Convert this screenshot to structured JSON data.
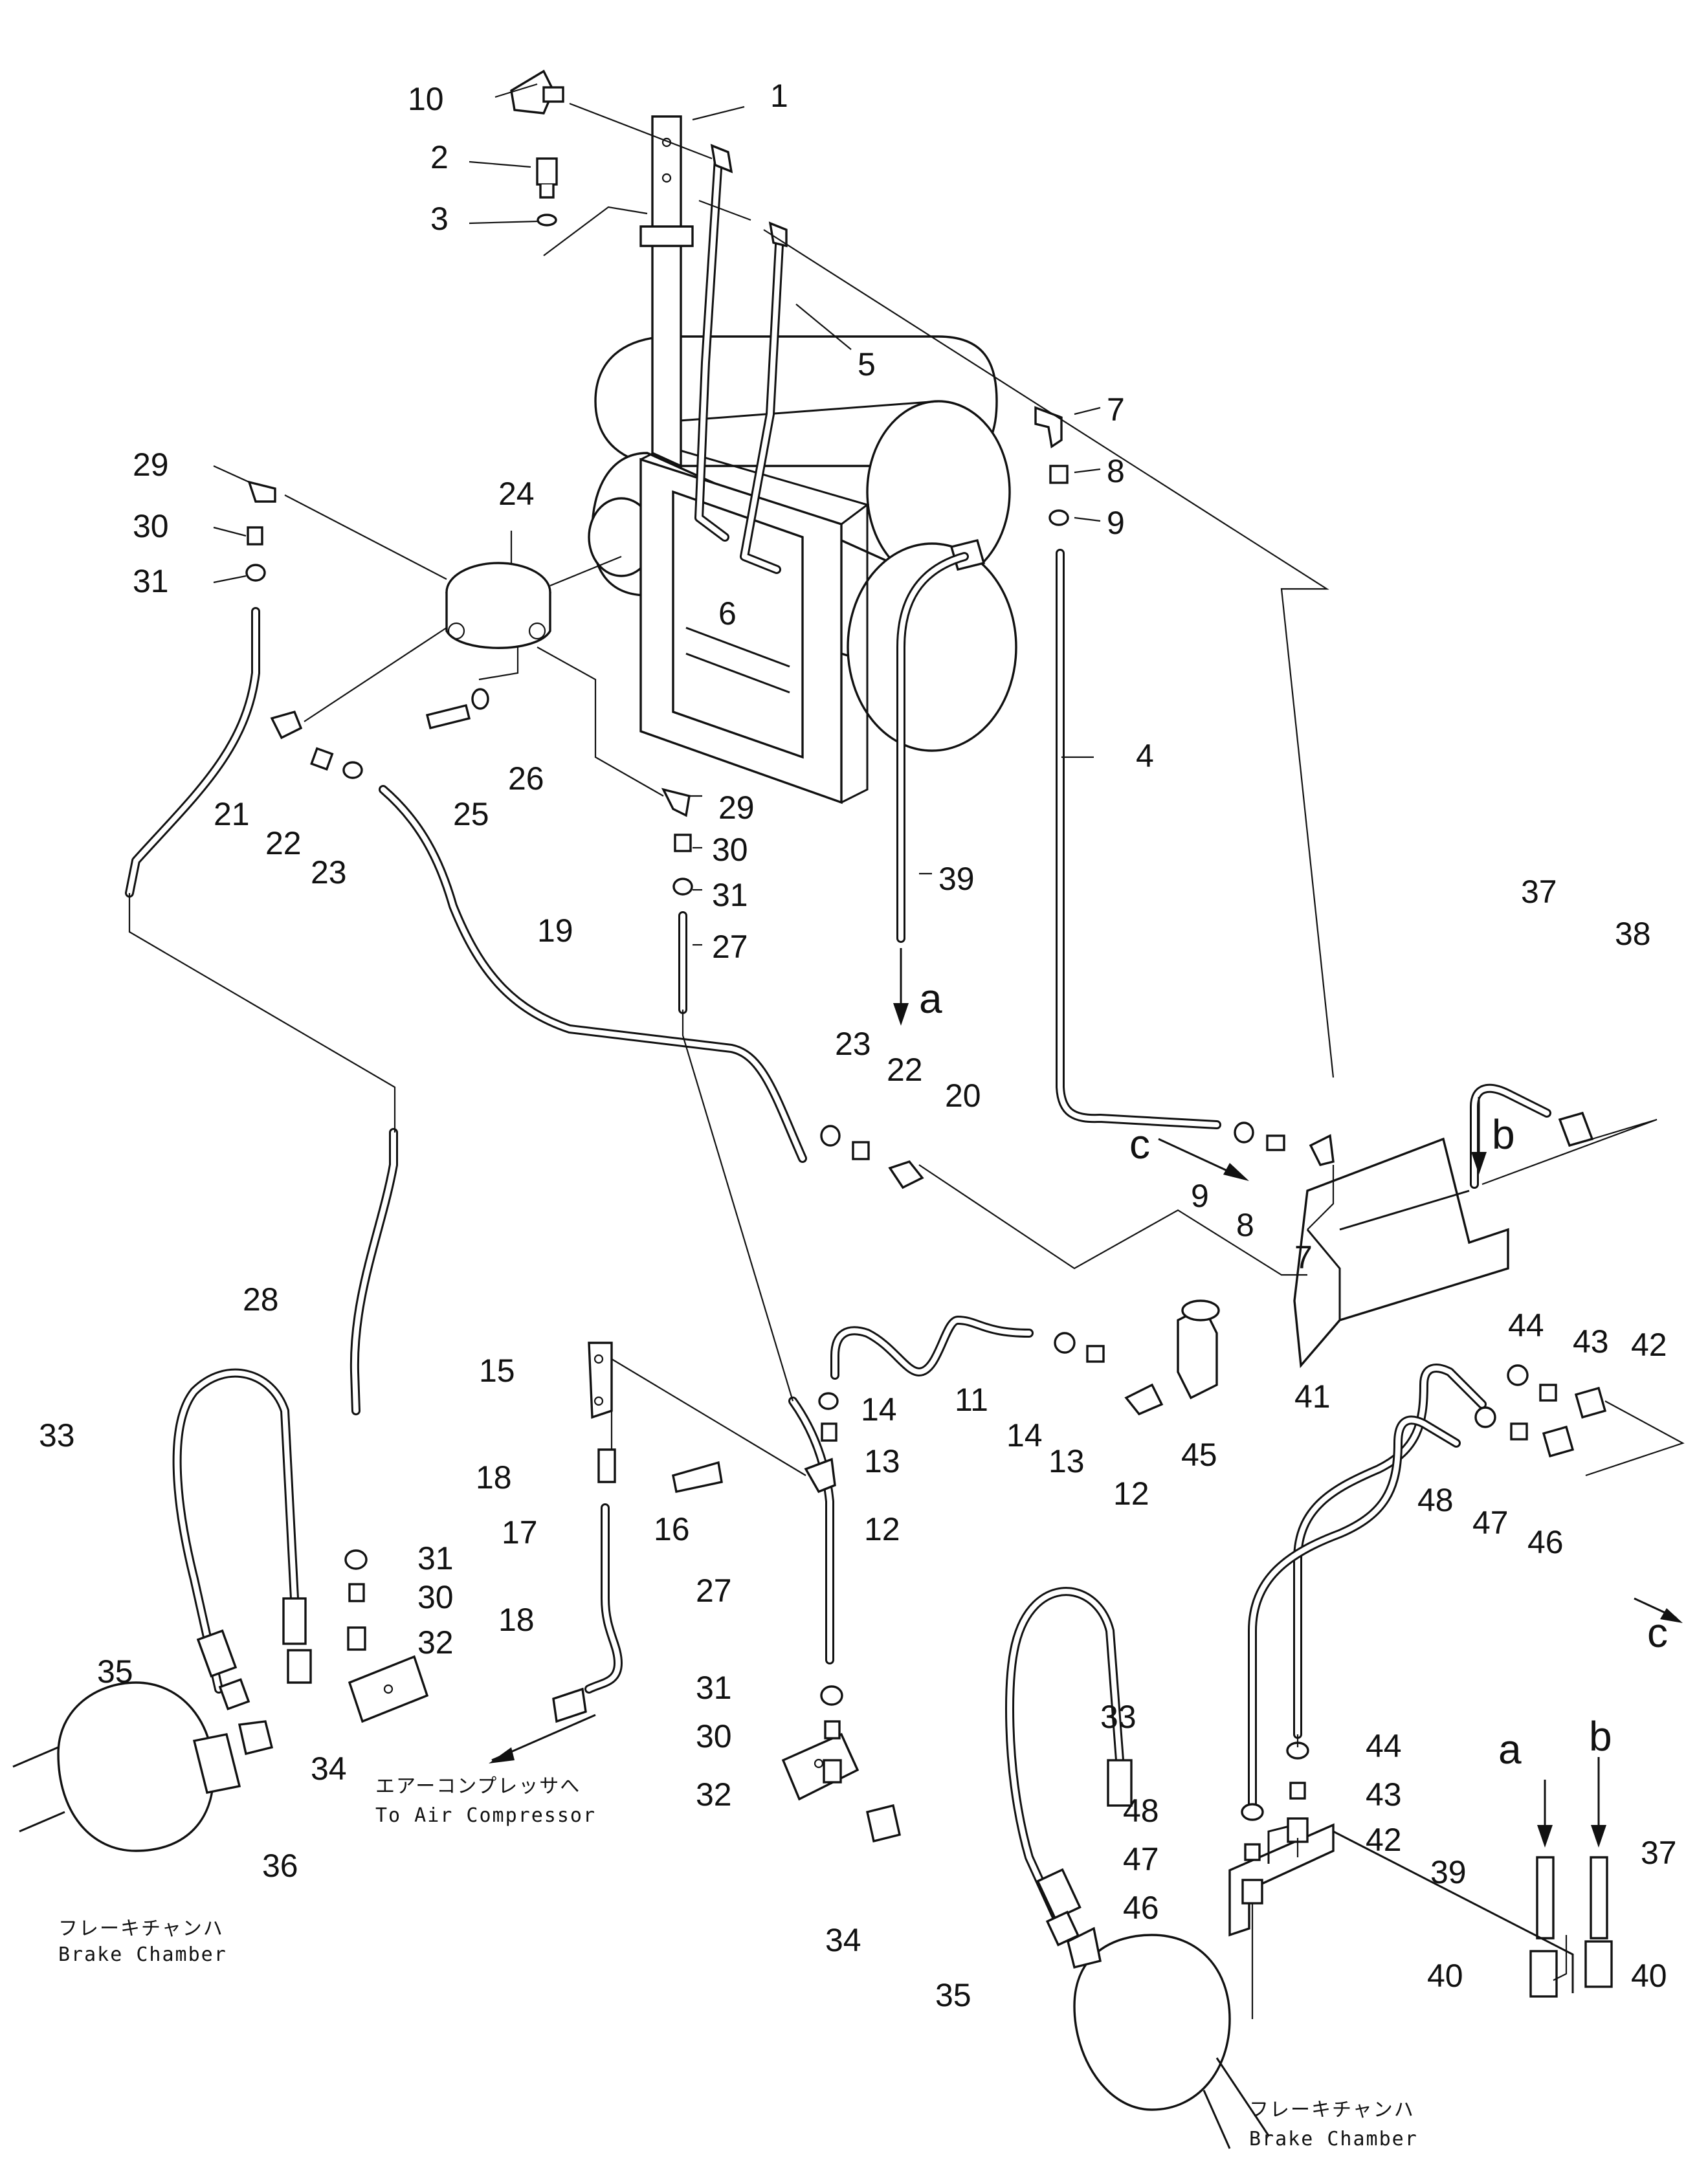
{
  "part_labels": {
    "p1": "1",
    "p2": "2",
    "p3": "3",
    "p4": "4",
    "p5": "5",
    "p6": "6",
    "p7a": "7",
    "p7b": "7",
    "p8a": "8",
    "p8b": "8",
    "p9a": "9",
    "p9b": "9",
    "p10": "10",
    "p11": "11",
    "p12a": "12",
    "p12b": "12",
    "p13a": "13",
    "p13b": "13",
    "p14a": "14",
    "p14b": "14",
    "p15": "15",
    "p16": "16",
    "p17": "17",
    "p18a": "18",
    "p18b": "18",
    "p19": "19",
    "p20": "20",
    "p21": "21",
    "p22a": "22",
    "p22b": "22",
    "p23a": "23",
    "p23b": "23",
    "p24": "24",
    "p25": "25",
    "p26": "26",
    "p27a": "27",
    "p27b": "27",
    "p28": "28",
    "p29a": "29",
    "p29b": "29",
    "p30a": "30",
    "p30b": "30",
    "p30c": "30",
    "p30d": "30",
    "p31a": "31",
    "p31b": "31",
    "p31c": "31",
    "p31d": "31",
    "p32a": "32",
    "p32b": "32",
    "p33a": "33",
    "p33b": "33",
    "p34a": "34",
    "p34b": "34",
    "p35a": "35",
    "p35b": "35",
    "p36": "36",
    "p37a": "37",
    "p37b": "37",
    "p38": "38",
    "p39a": "39",
    "p39b": "39",
    "p40a": "40",
    "p40b": "40",
    "p41": "41",
    "p42a": "42",
    "p42b": "42",
    "p43a": "43",
    "p43b": "43",
    "p44a": "44",
    "p44b": "44",
    "p45": "45",
    "p46a": "46",
    "p46b": "46",
    "p47a": "47",
    "p47b": "47",
    "p48a": "48",
    "p48b": "48"
  },
  "connection_letters": {
    "a_top": "a",
    "a_bottom": "a",
    "b_top": "b",
    "b_bottom": "b",
    "c_left": "c",
    "c_right": "c"
  },
  "captions": {
    "air_compressor_jp": "エアーコンプレッサへ",
    "air_compressor_en": "To Air Compressor",
    "brake_chamber_left_jp": "フレーキチャンハ",
    "brake_chamber_left_en": "Brake Chamber",
    "brake_chamber_right_jp": "フレーキチャンハ",
    "brake_chamber_right_en": "Brake Chamber"
  }
}
